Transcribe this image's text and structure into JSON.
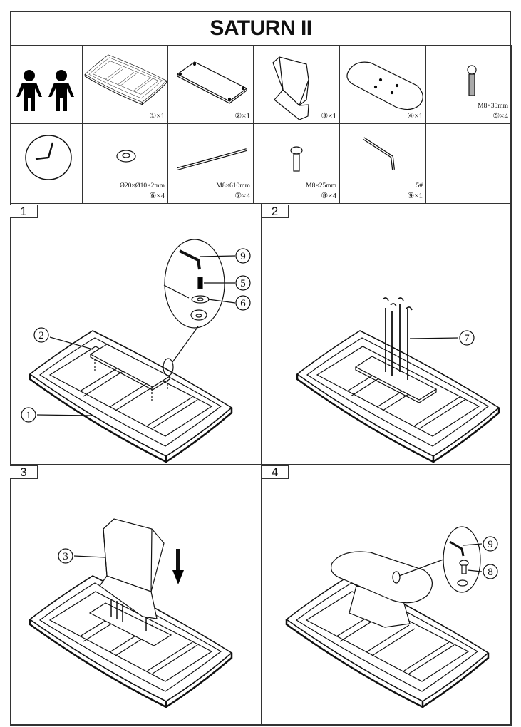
{
  "title": "SATURN II",
  "parts": [
    {
      "id": "people",
      "label": ""
    },
    {
      "id": "base-frame",
      "label": "①×1",
      "spec": ""
    },
    {
      "id": "mounting-plate",
      "label": "②×1",
      "spec": ""
    },
    {
      "id": "pedestal",
      "label": "③×1",
      "spec": ""
    },
    {
      "id": "top-plate",
      "label": "④×1",
      "spec": ""
    },
    {
      "id": "bolt-35",
      "label": "⑤×4",
      "spec": "M8×35mm"
    },
    {
      "id": "clock",
      "label": ""
    },
    {
      "id": "washer",
      "label": "⑥×4",
      "spec": "Ø20×Ø10×2mm"
    },
    {
      "id": "threaded-rod",
      "label": "⑦×4",
      "spec": "M8×610mm"
    },
    {
      "id": "bolt-25",
      "label": "⑧×4",
      "spec": "M8×25mm"
    },
    {
      "id": "allen-key",
      "label": "⑨×1",
      "spec": "5#"
    }
  ],
  "steps": [
    {
      "number": "1",
      "callouts": [
        "9",
        "5",
        "6",
        "2",
        "1"
      ]
    },
    {
      "number": "2",
      "callouts": [
        "7"
      ]
    },
    {
      "number": "3",
      "callouts": [
        "3"
      ]
    },
    {
      "number": "4",
      "callouts": [
        "9",
        "8"
      ]
    }
  ]
}
